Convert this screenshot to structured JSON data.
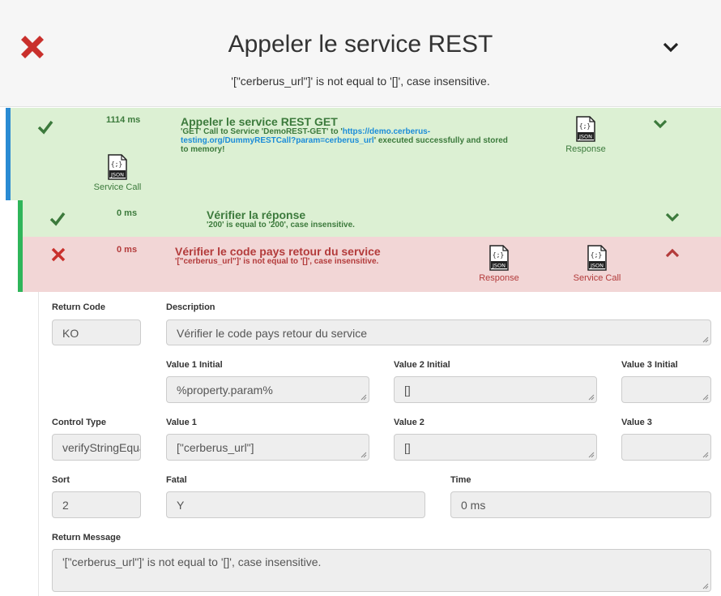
{
  "header": {
    "title": "Appeler le service REST",
    "message": "'[\"cerberus_url\"]' is not equal to '[]', case insensitive."
  },
  "steps": [
    {
      "duration": "1114 ms",
      "title": "Appeler le service REST GET",
      "desc_part1": "'GET' Call to Service 'DemoREST-GET' to '",
      "desc_link": "https://demo.cerberus-testing.org/DummyRESTCall?param=cerberus_url",
      "desc_part2": "' executed successfully and stored to memory!",
      "files": [
        "Response",
        "Service Call"
      ]
    },
    {
      "duration": "0 ms",
      "title": "Vérifier la réponse",
      "desc": "'200' is equal to '200', case insensitive."
    },
    {
      "duration": "0 ms",
      "title": "Vérifier le code pays retour du service",
      "desc": "'[\"cerberus_url\"]' is not equal to '[]', case insensitive.",
      "files": [
        "Response",
        "Service Call"
      ]
    }
  ],
  "detail": {
    "return_code": {
      "label": "Return Code",
      "value": "KO"
    },
    "description": {
      "label": "Description",
      "value": "Vérifier le code pays retour du service"
    },
    "value1_initial": {
      "label": "Value 1 Initial",
      "value": "%property.param%"
    },
    "value2_initial": {
      "label": "Value 2 Initial",
      "value": "[]"
    },
    "value3_initial": {
      "label": "Value 3 Initial",
      "value": ""
    },
    "control_type": {
      "label": "Control Type",
      "value": "verifyStringEqual"
    },
    "value1": {
      "label": "Value 1",
      "value": "[\"cerberus_url\"]"
    },
    "value2": {
      "label": "Value 2",
      "value": "[]"
    },
    "value3": {
      "label": "Value 3",
      "value": ""
    },
    "sort": {
      "label": "Sort",
      "value": "2"
    },
    "fatal": {
      "label": "Fatal",
      "value": "Y"
    },
    "time": {
      "label": "Time",
      "value": "0 ms"
    },
    "return_message": {
      "label": "Return Message",
      "value": "'[\"cerberus_url\"]' is not equal to '[]', case insensitive."
    }
  },
  "colors": {
    "ok": "#3c7a3c",
    "ko": "#b33b3b",
    "ok_bg": "#dcf0d3",
    "ko_bg": "#f2d6d6",
    "accent_blue": "#2a8bd3",
    "accent_green": "#2fb55a",
    "link": "#1a8cd8"
  },
  "icons": {
    "status_fail": "x-icon",
    "status_ok": "check-icon",
    "file": "json-file-icon",
    "expand": "chevron-down-icon",
    "collapse": "chevron-up-icon"
  }
}
